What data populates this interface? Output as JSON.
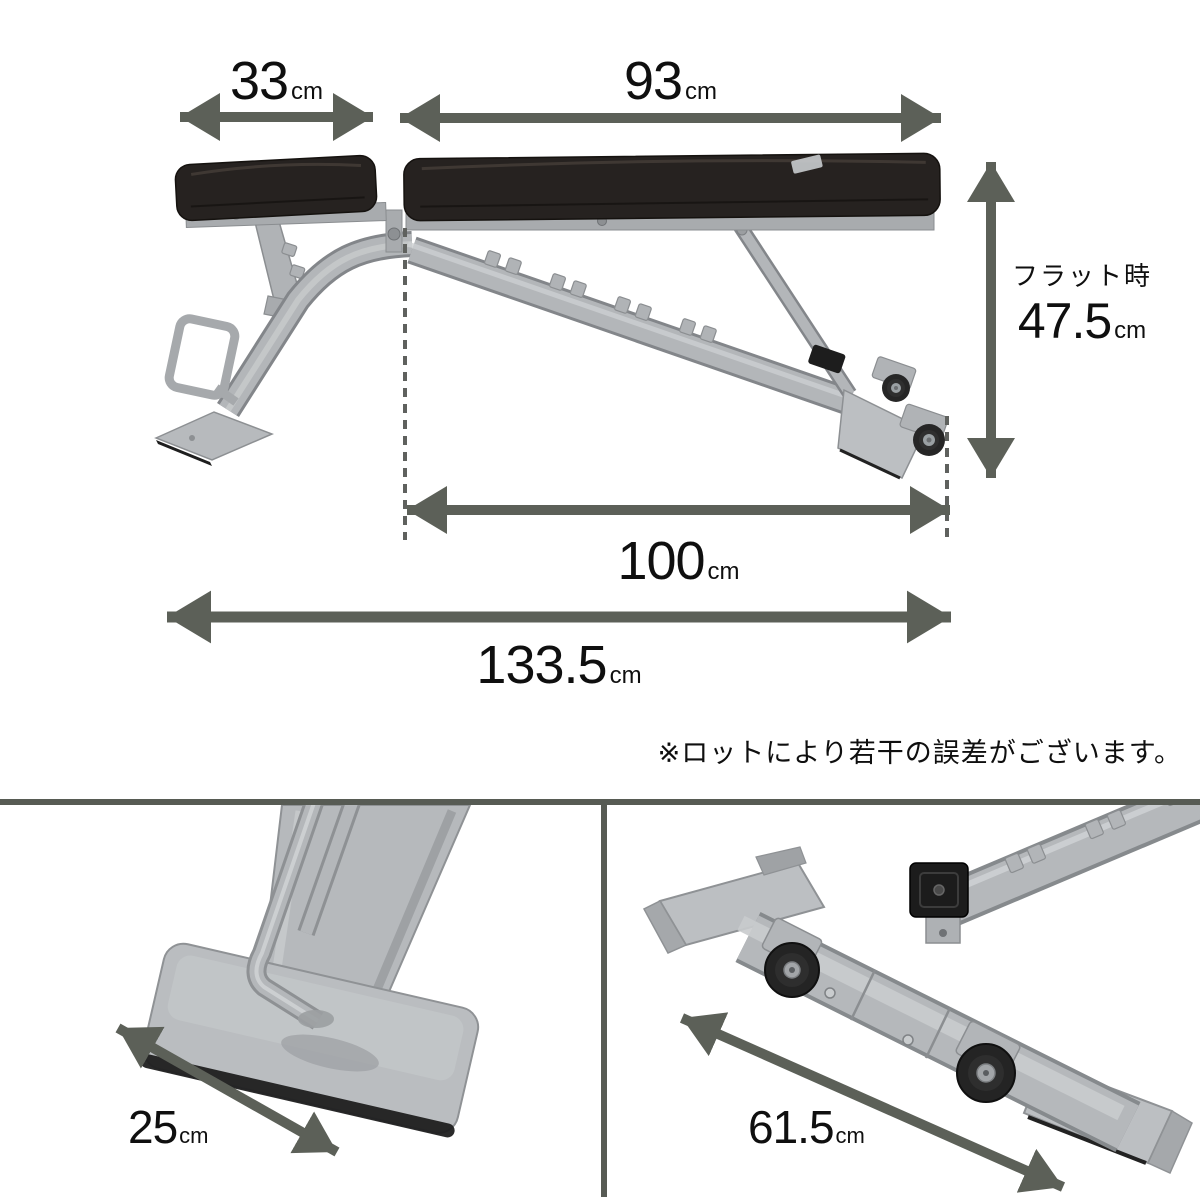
{
  "colors": {
    "arrow": "#5c6058",
    "divider": "#575b54",
    "text": "#0f0f0f",
    "pad": "#262220",
    "frame": "#b4b7ba"
  },
  "dimensions": {
    "seat_length": {
      "value": "33",
      "unit": "cm"
    },
    "back_length": {
      "value": "93",
      "unit": "cm"
    },
    "flat_height": {
      "label": "フラット時",
      "value": "47.5",
      "unit": "cm"
    },
    "inner_length": {
      "value": "100",
      "unit": "cm"
    },
    "total_length": {
      "value": "133.5",
      "unit": "cm"
    },
    "front_foot_width": {
      "value": "25",
      "unit": "cm"
    },
    "rear_base_width": {
      "value": "61.5",
      "unit": "cm"
    }
  },
  "note": {
    "text": "※ロットにより若干の誤差がございます。"
  }
}
